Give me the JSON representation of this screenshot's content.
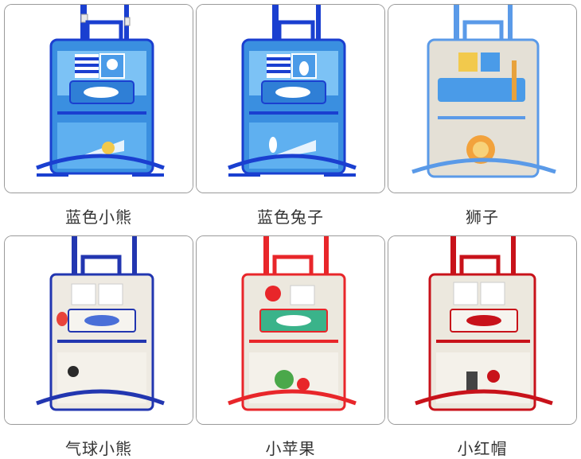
{
  "products": [
    {
      "label": "蓝色小熊",
      "theme": "blue-bear",
      "main_color": "#3a8fe0",
      "panel_color": "#5fb0f0",
      "strap_color": "#1a3fd0"
    },
    {
      "label": "蓝色兔子",
      "theme": "blue-rabbit",
      "main_color": "#3a8fe0",
      "panel_color": "#5fb0f0",
      "strap_color": "#1a3fd0"
    },
    {
      "label": "狮子",
      "theme": "lion",
      "main_color": "#e4e0d6",
      "panel_color": "#ece9e1",
      "strap_color": "#5a9ae8"
    },
    {
      "label": "气球小熊",
      "theme": "balloon-bear",
      "main_color": "#eeeae2",
      "panel_color": "#f2efe8",
      "strap_color": "#2236b0"
    },
    {
      "label": "小苹果",
      "theme": "apple",
      "main_color": "#ece8de",
      "panel_color": "#f2efe8",
      "strap_color": "#e8262a"
    },
    {
      "label": "小红帽",
      "theme": "red-hood",
      "main_color": "#ece8de",
      "panel_color": "#f2efe8",
      "strap_color": "#c8121a"
    }
  ]
}
